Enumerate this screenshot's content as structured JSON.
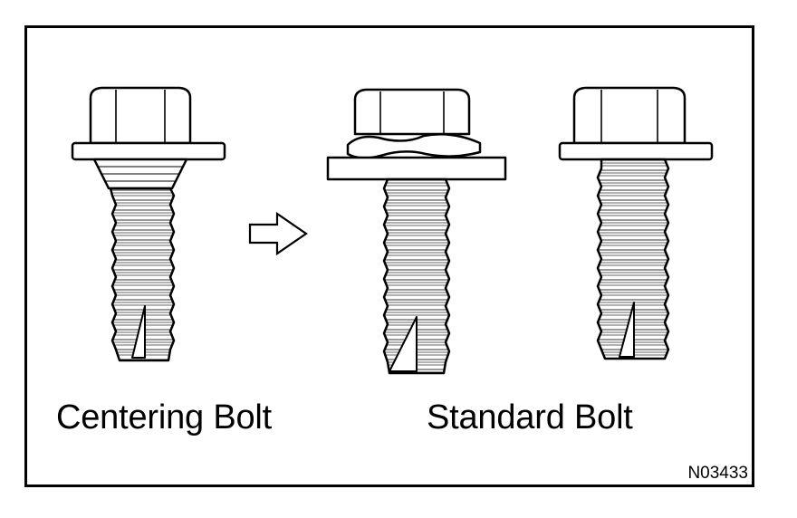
{
  "figure": {
    "captions": {
      "centering": "Centering Bolt",
      "standard": "Standard Bolt"
    },
    "figure_id": "N03433",
    "colors": {
      "line": "#000000",
      "fill": "#ffffff",
      "thread_shade": "#cfcfcf"
    },
    "icons": [
      "hex-head-bolt-icon",
      "washer-icon",
      "arrow-right-icon"
    ]
  }
}
